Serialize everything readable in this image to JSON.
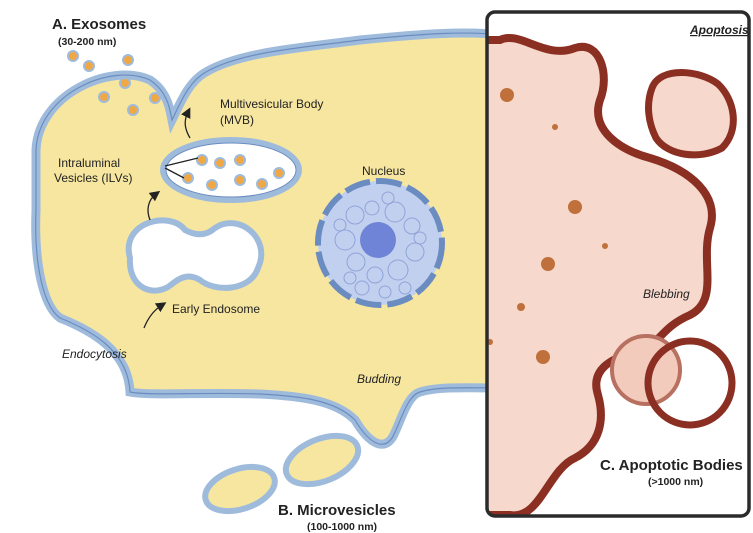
{
  "labels": {
    "exosomes_title": "A. Exosomes",
    "exosomes_size": "(30-200 nm)",
    "mvb_line1": "Multivesicular Body",
    "mvb_line2": "(MVB)",
    "ilv_line1": "Intraluminal",
    "ilv_line2": "Vesicles (ILVs)",
    "nucleus": "Nucleus",
    "early_endosome": "Early Endosome",
    "endocytosis": "Endocytosis",
    "budding": "Budding",
    "microvesicles_title": "B. Microvesicles",
    "microvesicles_size": "(100-1000 nm)",
    "apoptosis": "Apoptosis",
    "blebbing": "Blebbing",
    "apoptotic_title": "C. Apoptotic Bodies",
    "apoptotic_size": "(>1000 nm)"
  },
  "colors": {
    "cytoplasm": "#f6e6a0",
    "membrane_fill": "#9fbbdc",
    "membrane_stroke": "#5a7fb5",
    "nucleus_fill": "#c2d0f0",
    "nucleolus": "#6f84d6",
    "vesicle_dot": "#f0a845",
    "apoptotic_fill": "#f6d8cc",
    "apoptotic_border": "#8b2f22",
    "apoptotic_dot": "#c0703a",
    "panel_border": "#2b2b2b",
    "text": "#222222"
  },
  "icons": [
    "arrow-up-icon",
    "arrow-icon",
    "dashed-nuclear-envelope"
  ]
}
